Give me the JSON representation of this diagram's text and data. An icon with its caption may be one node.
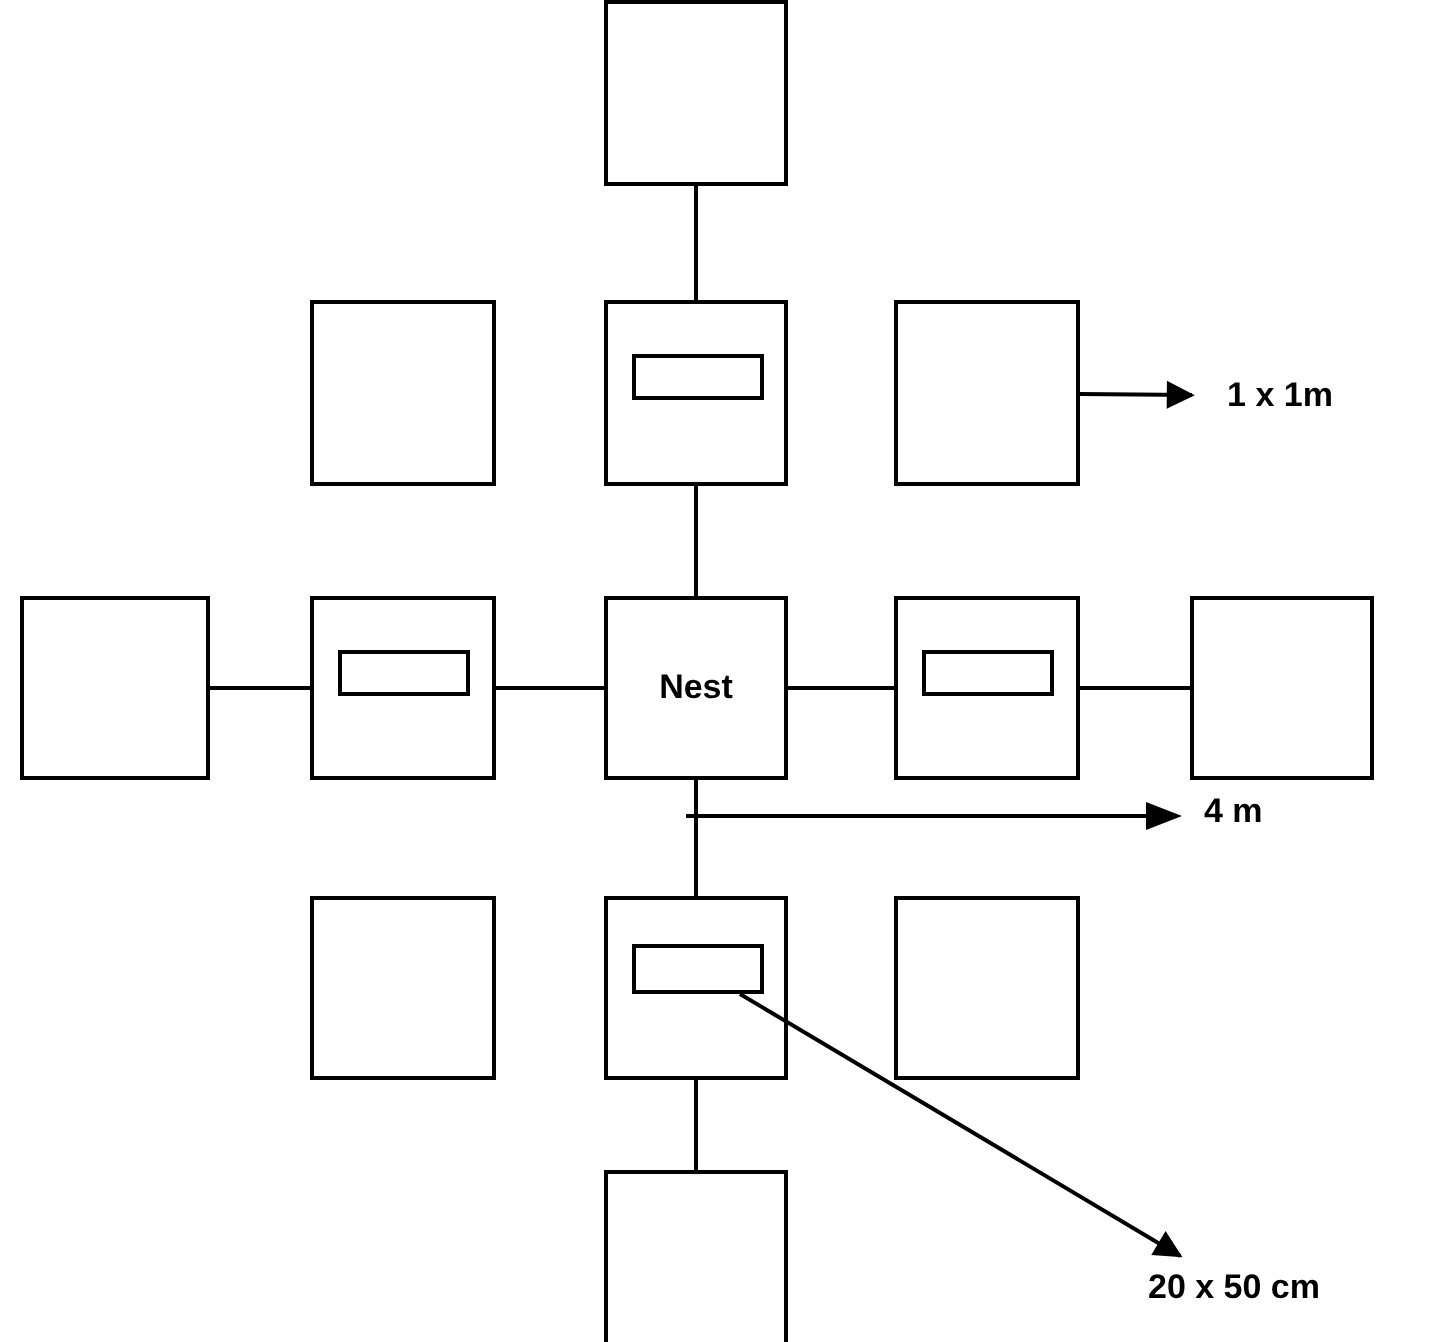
{
  "diagram": {
    "nodes": [
      {
        "text": [],
        "shape": "box"
      },
      {
        "text": [],
        "shape": "box"
      },
      {
        "text": [],
        "shape": "box"
      },
      {
        "text": [],
        "shape": "box",
        "in": 2
      },
      {
        "text": [],
        "shape": "box"
      },
      {
        "text": [
          "1 x 1m"
        ]
      },
      {
        "text": [],
        "shape": "box"
      },
      {
        "text": [],
        "shape": "box"
      },
      {
        "text": [],
        "shape": "box",
        "in": 7
      },
      {
        "text": [
          "Nest"
        ]
      },
      {
        "text": [],
        "shape": "box"
      },
      {
        "text": [],
        "shape": "box",
        "in": 10
      },
      {
        "text": [],
        "shape": "box"
      },
      {
        "text": [],
        "shape": "box"
      },
      {
        "text": [],
        "shape": "box"
      },
      {
        "text": [],
        "shape": "box",
        "in": 14
      },
      {
        "text": [],
        "shape": "box"
      },
      {
        "text": [],
        "shape": "box"
      },
      {
        "text": [
          "20 x 50 cm"
        ]
      }
    ],
    "edges": [
      {
        "from": 0,
        "to": 2,
        "arrow": "none"
      },
      {
        "from": 2,
        "to": 9,
        "arrow": "none"
      },
      {
        "from": 6,
        "to": 7,
        "arrow": "none"
      },
      {
        "from": 7,
        "to": 9,
        "arrow": "none"
      },
      {
        "from": 9,
        "to": 10,
        "arrow": "none"
      },
      {
        "from": 10,
        "to": 12,
        "arrow": "none"
      },
      {
        "from": 9,
        "to": 14,
        "arrow": "none"
      },
      {
        "from": 14,
        "to": 17,
        "arrow": "none"
      },
      {
        "from": 4,
        "to": 5,
        "arrow": "to"
      },
      {
        "from": 15,
        "to": 18,
        "arrow": "to"
      }
    ],
    "labels": [
      "4 m"
    ]
  }
}
